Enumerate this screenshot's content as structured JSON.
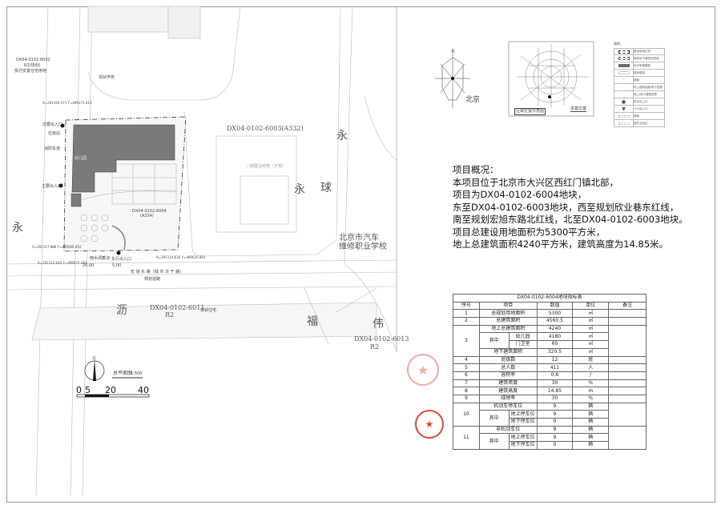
{
  "site_plan": {
    "parcel_6002": "DX04-0102-6002",
    "parcel_6002_code": "R2(规划)",
    "parcel_6002_note": "拆迁安置住宅用地",
    "parcel_6003": "DX04-0102-6003(A332)",
    "phase2_note": "二期建设用地（示意）",
    "parcel_6004": "DX04-0102-6004",
    "parcel_6004_code": "(A334)",
    "parcel_6011": "DX04-0102-6011",
    "parcel_6011_code": "R2",
    "parcel_6013": "DX04-0102-6013",
    "parcel_6013_code": "R2",
    "school": "北京市汽车\n维修职业学校",
    "school_line1": "北京市汽车",
    "school_line2": "维修职业学校",
    "road_south": "宏 旭 东 路（城 市 次 干 路）",
    "road_south_note": "规划道路",
    "kindergarten": "幼儿园",
    "entrance_main": "主要出入口",
    "entrance_secondary": "次要出入口",
    "entrance_vehicle": "车行出入口",
    "garbage": "垃圾站",
    "fire_road": "消防车道",
    "rain_tank": "雨水调蓄池",
    "dim_20": "20.00",
    "dim_5": "5.00",
    "street_chars": [
      "永",
      "永",
      "球",
      "永",
      "沥",
      "福",
      "伟"
    ],
    "existing_school": "现状学校",
    "existing_housing": "现状住宅",
    "coords": [
      "X=291190.571 Y=499171.413",
      "X=291117.886 Y=499566.952",
      "X=291113.033 Y=499571.463",
      "X=291114.636 Y=499626.891"
    ]
  },
  "north_arrow_label": "北",
  "plan_title": "总平面图",
  "plan_scale": "1:500",
  "scale_bar": [
    "0",
    "5",
    "20",
    "40"
  ],
  "wind_rose_label": "北",
  "wind_rose_city": "北京",
  "location_map": {
    "caption": "区域位置示意图",
    "site": "本案位置"
  },
  "legend": {
    "title": "图例：",
    "items": [
      "建设用地红线",
      "规划地下建筑控制线",
      "本次申报建筑",
      "现状建筑",
      "道路",
      "地上建筑高度/地下层数",
      "地上/地下建筑层数",
      "机动出入口",
      "人行出入口",
      "绿地",
      "室外活动区"
    ]
  },
  "overview": {
    "lines": [
      "项目概况：",
      "本项目位于北京市大兴区西红门镇北部，",
      "项目为DX04-0102-6004地块，",
      "东至DX04-0102-6003地块，西至规划欣业巷东红线，",
      "南至规划宏旭东路北红线，北至DX04-0102-6003地块。",
      "项目总建设用地面积为5300平方米，",
      "地上总建筑面积4240平方米，建筑高度为14.85米。"
    ]
  },
  "table": {
    "title": "DX04-0102-6004地块指标表",
    "headers": [
      "序号",
      "项目",
      "数值",
      "单位",
      "备注"
    ],
    "qizhong": "其中",
    "rows": {
      "r1": [
        "1",
        "总规划用地面积",
        "5300",
        "㎡"
      ],
      "r2": [
        "2",
        "总建筑面积",
        "4560.5",
        "㎡"
      ],
      "r3": [
        "3",
        "地上总建筑面积",
        "4240",
        "㎡"
      ],
      "r3a": [
        "幼儿园",
        "4180",
        "㎡"
      ],
      "r3b": [
        "门卫室",
        "60",
        "㎡"
      ],
      "r3c": [
        "地下建筑面积",
        "320.5",
        "㎡"
      ],
      "r4": [
        "4",
        "班级数",
        "12",
        "班"
      ],
      "r5": [
        "5",
        "总人数",
        "411",
        "人"
      ],
      "r6": [
        "6",
        "容积率",
        "0.8",
        "/"
      ],
      "r7": [
        "7",
        "建筑密度",
        "30",
        "%"
      ],
      "r8": [
        "8",
        "建筑高度",
        "14.85",
        "m"
      ],
      "r9": [
        "9",
        "绿地率",
        "30",
        "%"
      ],
      "r10": [
        "10",
        "机动车停车位",
        "9",
        "辆"
      ],
      "r10a": [
        "地上停车位",
        "9",
        "辆"
      ],
      "r10b": [
        "地下停车位",
        "0",
        "辆"
      ],
      "r11": [
        "11",
        "非机动车位",
        "9",
        "辆"
      ],
      "r11a": [
        "地上停车位",
        "9",
        "辆"
      ],
      "r11b": [
        "地下停车位",
        "0",
        "辆"
      ]
    }
  },
  "colors": {
    "building": "#7a7a7a",
    "seal": "#e8413c",
    "seal_faded": "#f4a9a3",
    "line": "#999999"
  }
}
